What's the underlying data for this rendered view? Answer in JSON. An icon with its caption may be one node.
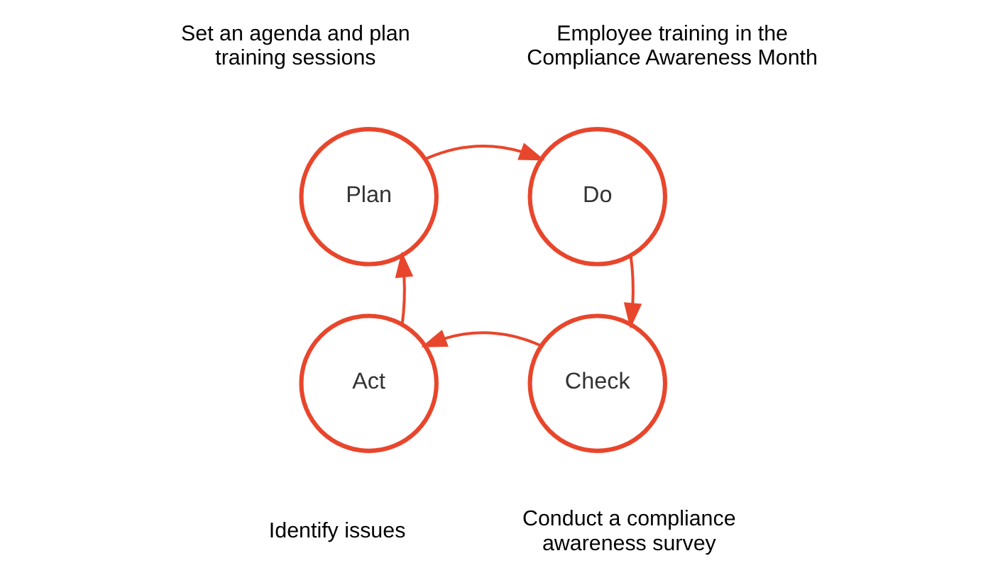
{
  "diagram": {
    "nodes": [
      {
        "text": [
          "Plan"
        ],
        "beside": [
          "Set an agenda and plan training sessions"
        ]
      },
      {
        "text": [
          "Do"
        ],
        "beside": [
          "Employee training in the Compliance Awareness Month"
        ]
      },
      {
        "text": [
          "Check"
        ],
        "beside": [
          "Conduct a compliance awareness survey"
        ]
      },
      {
        "text": [
          "Act"
        ],
        "beside": [
          "Identify issues"
        ]
      }
    ],
    "edges": [
      {
        "from": 0,
        "to": 1,
        "arrow": "to"
      },
      {
        "from": 1,
        "to": 2,
        "arrow": "to"
      },
      {
        "from": 2,
        "to": 3,
        "arrow": "to"
      },
      {
        "from": 3,
        "to": 0,
        "arrow": "to"
      }
    ]
  }
}
